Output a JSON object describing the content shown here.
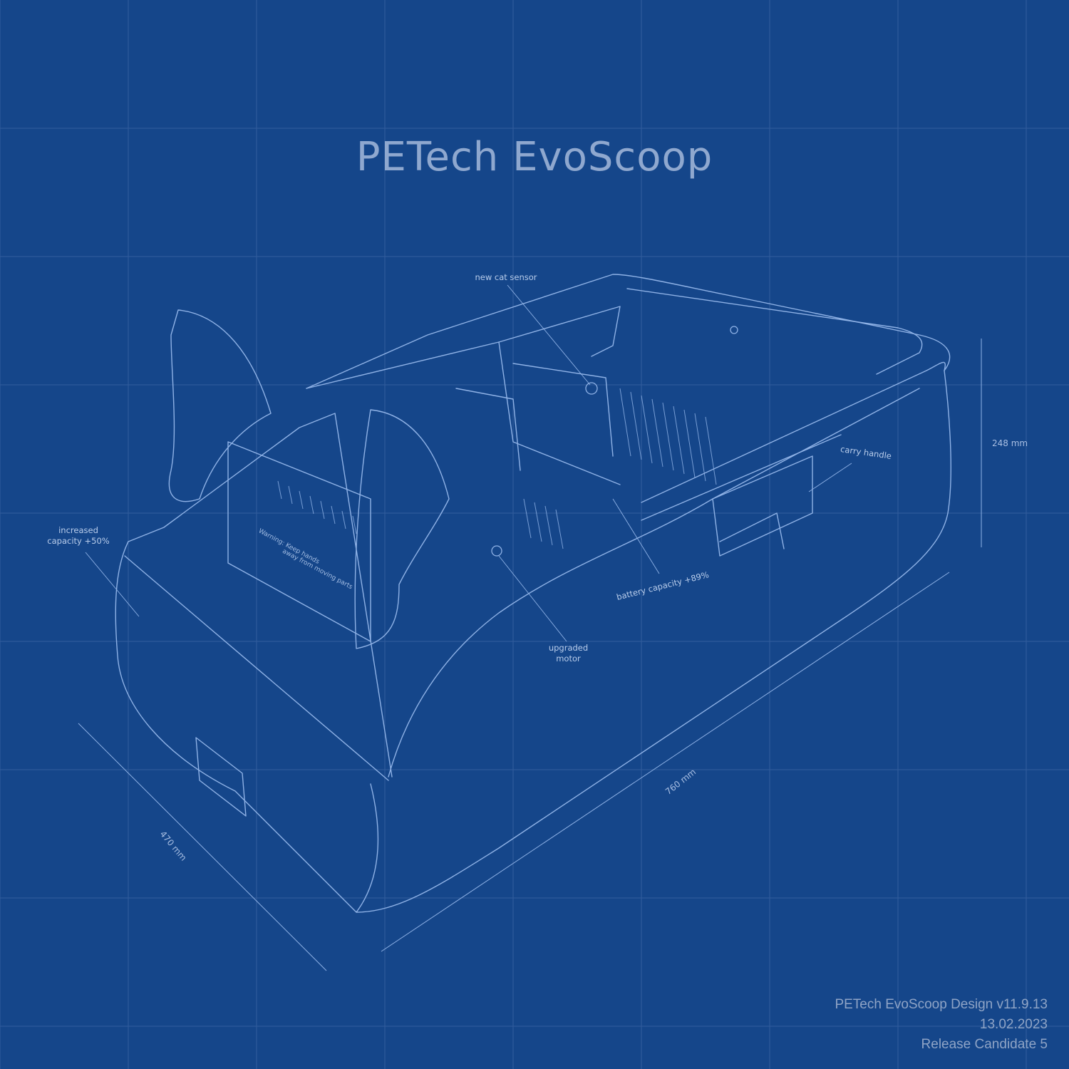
{
  "title": "PETech EvoScoop",
  "labels": {
    "sensor": "new cat sensor",
    "handle": "carry handle",
    "capacity": "increased capacity +50%",
    "battery": "battery capacity +89%",
    "motor": "upgraded motor"
  },
  "panel_text": {
    "line1": "Warning: Keep hands",
    "line2": "away from moving parts"
  },
  "dimensions": {
    "height": "248 mm",
    "length": "760 mm",
    "width": "470 mm"
  },
  "footer": {
    "design": "PETech EvoScoop Design v11.9.13",
    "date": "13.02.2023",
    "release": "Release Candidate 5"
  },
  "colors": {
    "background": "#15468a",
    "grid": "#3f68a6",
    "line": "#8fb2e6"
  }
}
